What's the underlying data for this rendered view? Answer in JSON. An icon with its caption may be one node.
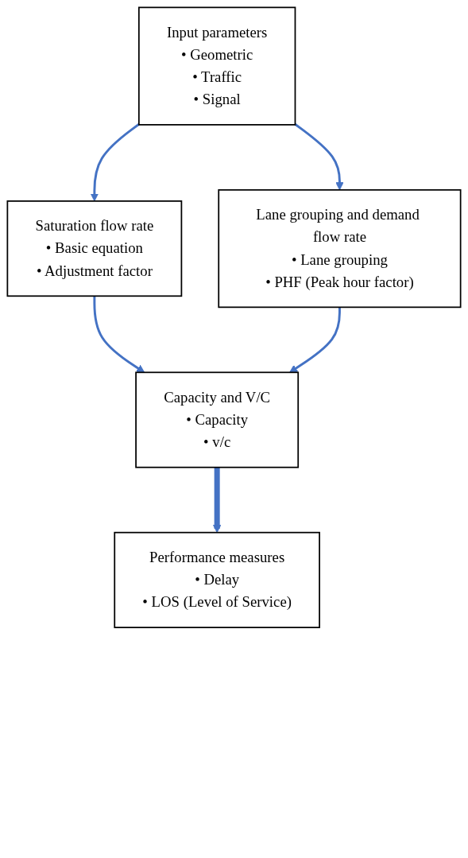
{
  "diagram": {
    "nodes": [
      {
        "text": [
          "Input parameters",
          "• Geometric",
          "• Traffic",
          "• Signal"
        ]
      },
      {
        "text": [
          "Saturation flow rate",
          "• Basic equation",
          "• Adjustment factor"
        ]
      },
      {
        "text": [
          "Lane grouping and demand flow rate",
          "• Lane grouping",
          "• PHF (Peak hour factor)"
        ]
      },
      {
        "text": [
          "Capacity and V/C",
          "• Capacity",
          "• v/c"
        ]
      },
      {
        "text": [
          "Performance measures",
          "• Delay",
          "• LOS (Level of Service)"
        ]
      }
    ],
    "edges": [
      {
        "from": 0,
        "to": 1,
        "arrow": "to"
      },
      {
        "from": 0,
        "to": 2,
        "arrow": "to"
      },
      {
        "from": 1,
        "to": 3,
        "arrow": "to"
      },
      {
        "from": 2,
        "to": 3,
        "arrow": "to"
      },
      {
        "from": 3,
        "to": 4,
        "arrow": "to",
        "style": "thick"
      }
    ]
  }
}
